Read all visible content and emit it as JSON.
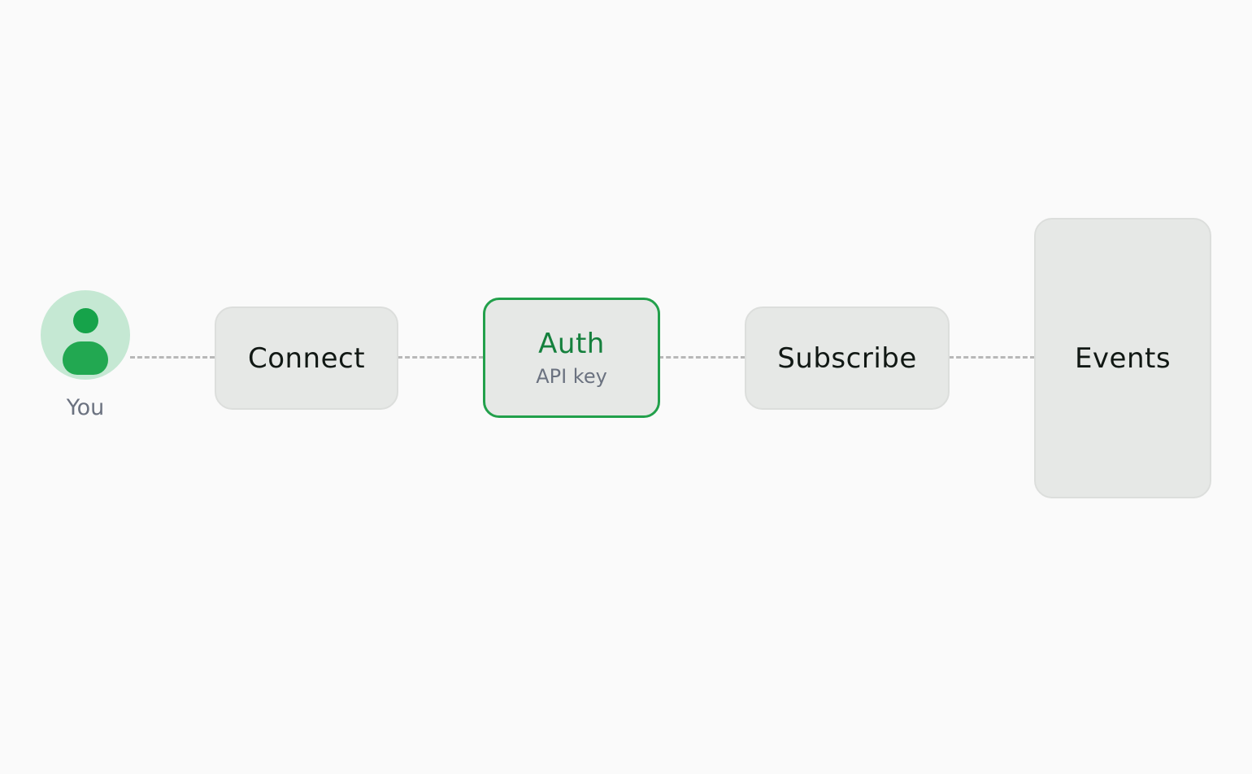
{
  "user": {
    "label": "You",
    "icon": "user-icon"
  },
  "steps": [
    {
      "title": "Connect"
    },
    {
      "title": "Auth",
      "subtitle": "API key",
      "active": true
    },
    {
      "title": "Subscribe"
    },
    {
      "title": "Events"
    }
  ],
  "colors": {
    "accent": "#22a04b",
    "accent_text": "#15803d",
    "node_bg": "#e6e8e6",
    "avatar_bg": "#c5e8d3",
    "connector": "#b8b8b8"
  }
}
